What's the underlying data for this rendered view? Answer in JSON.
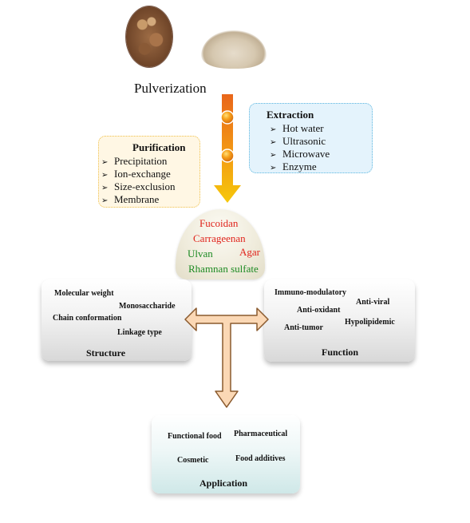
{
  "top": {
    "pulverization_label": "Pulverization"
  },
  "extraction": {
    "title": "Extraction",
    "items": [
      "Hot water",
      "Ultrasonic",
      "Microwave",
      "Enzyme"
    ]
  },
  "purification": {
    "title": "Purification",
    "items": [
      "Precipitation",
      "Ion-exchange",
      "Size-exclusion",
      "Membrane"
    ]
  },
  "polysaccharides": {
    "fucoidan": "Fucoidan",
    "carrageenan": "Carrageenan",
    "ulvan": "Ulvan",
    "agar": "Agar",
    "rhamnan_sulfate": "Rhamnan sulfate"
  },
  "structure": {
    "title": "Structure",
    "items": [
      "Molecular weight",
      "Monosaccharide",
      "Chain conformation",
      "Linkage type"
    ]
  },
  "function": {
    "title": "Function",
    "items": [
      "Immuno-modulatory",
      "Anti-viral",
      "Anti-oxidant",
      "Hypolipidemic",
      "Anti-tumor"
    ]
  },
  "application": {
    "title": "Application",
    "items": [
      "Functional food",
      "Pharmaceutical",
      "Cosmetic",
      "Food additives"
    ]
  },
  "colors": {
    "red_polysaccharide": "#e0241c",
    "green_polysaccharide": "#1c8a22",
    "extraction_bg": "#e4f3fc",
    "purification_bg": "#fff7e4",
    "arrow_orange": "#f08a12",
    "arrow_yellow": "#f5c400",
    "t_arrow_fill": "#fbd8b5"
  }
}
